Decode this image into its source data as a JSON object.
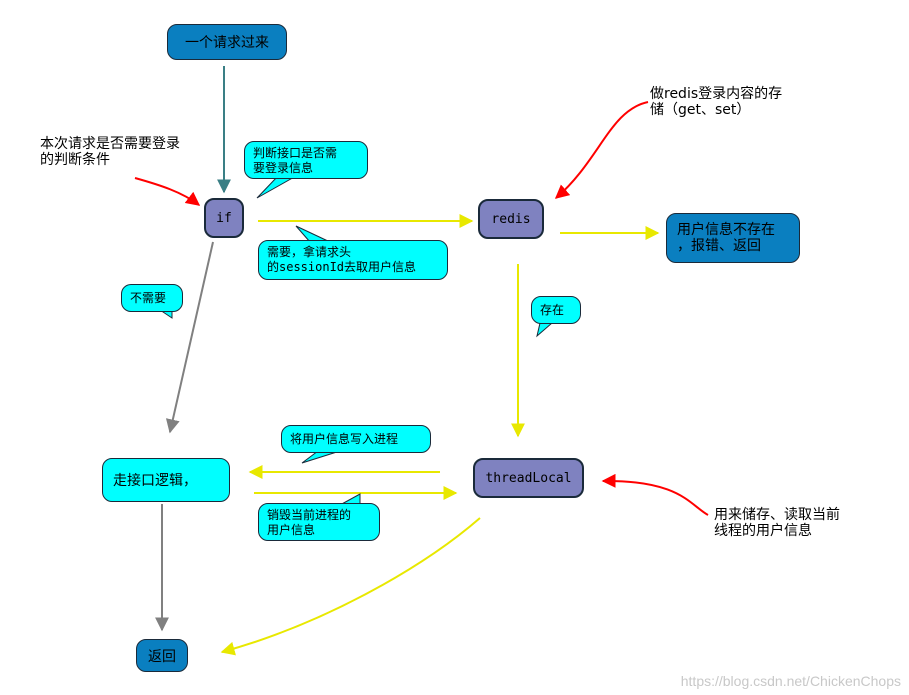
{
  "nodes": {
    "request": "一个请求过来",
    "if": "if",
    "redis": "redis",
    "user_not_exist": [
      "用户信息不存在",
      "，报错、返回"
    ],
    "threadlocal": "threadLocal",
    "business": "走接口逻辑，",
    "return": "返回"
  },
  "bubbles": {
    "check_login": [
      "判断接口是否需",
      "要登录信息"
    ],
    "need_login": [
      "需要，拿请求头",
      "的sessionId去取用户信息"
    ],
    "no_need": [
      "不需要"
    ],
    "exists": [
      "存在"
    ],
    "write_thread": [
      "将用户信息写入进程"
    ],
    "destroy_thread": [
      "销毁当前进程的",
      "用户信息"
    ]
  },
  "notes": {
    "login_condition": [
      "本次请求是否需要登录",
      "的判断条件"
    ],
    "redis_storage": [
      "做redis登录内容的存",
      "储（get、set）"
    ],
    "threadlocal_usage": [
      "用来储存、读取当前",
      "线程的用户信息"
    ]
  },
  "watermark": "https://blog.csdn.net/ChickenChops",
  "colors": {
    "node_blue": "#0a7fc0",
    "node_purple": "#7f82c0",
    "node_cyan": "#00ffff",
    "arrow_teal": "#3a7f85",
    "arrow_yellow": "#e8e800",
    "arrow_gray": "#808080",
    "arrow_red": "#ff0000"
  }
}
